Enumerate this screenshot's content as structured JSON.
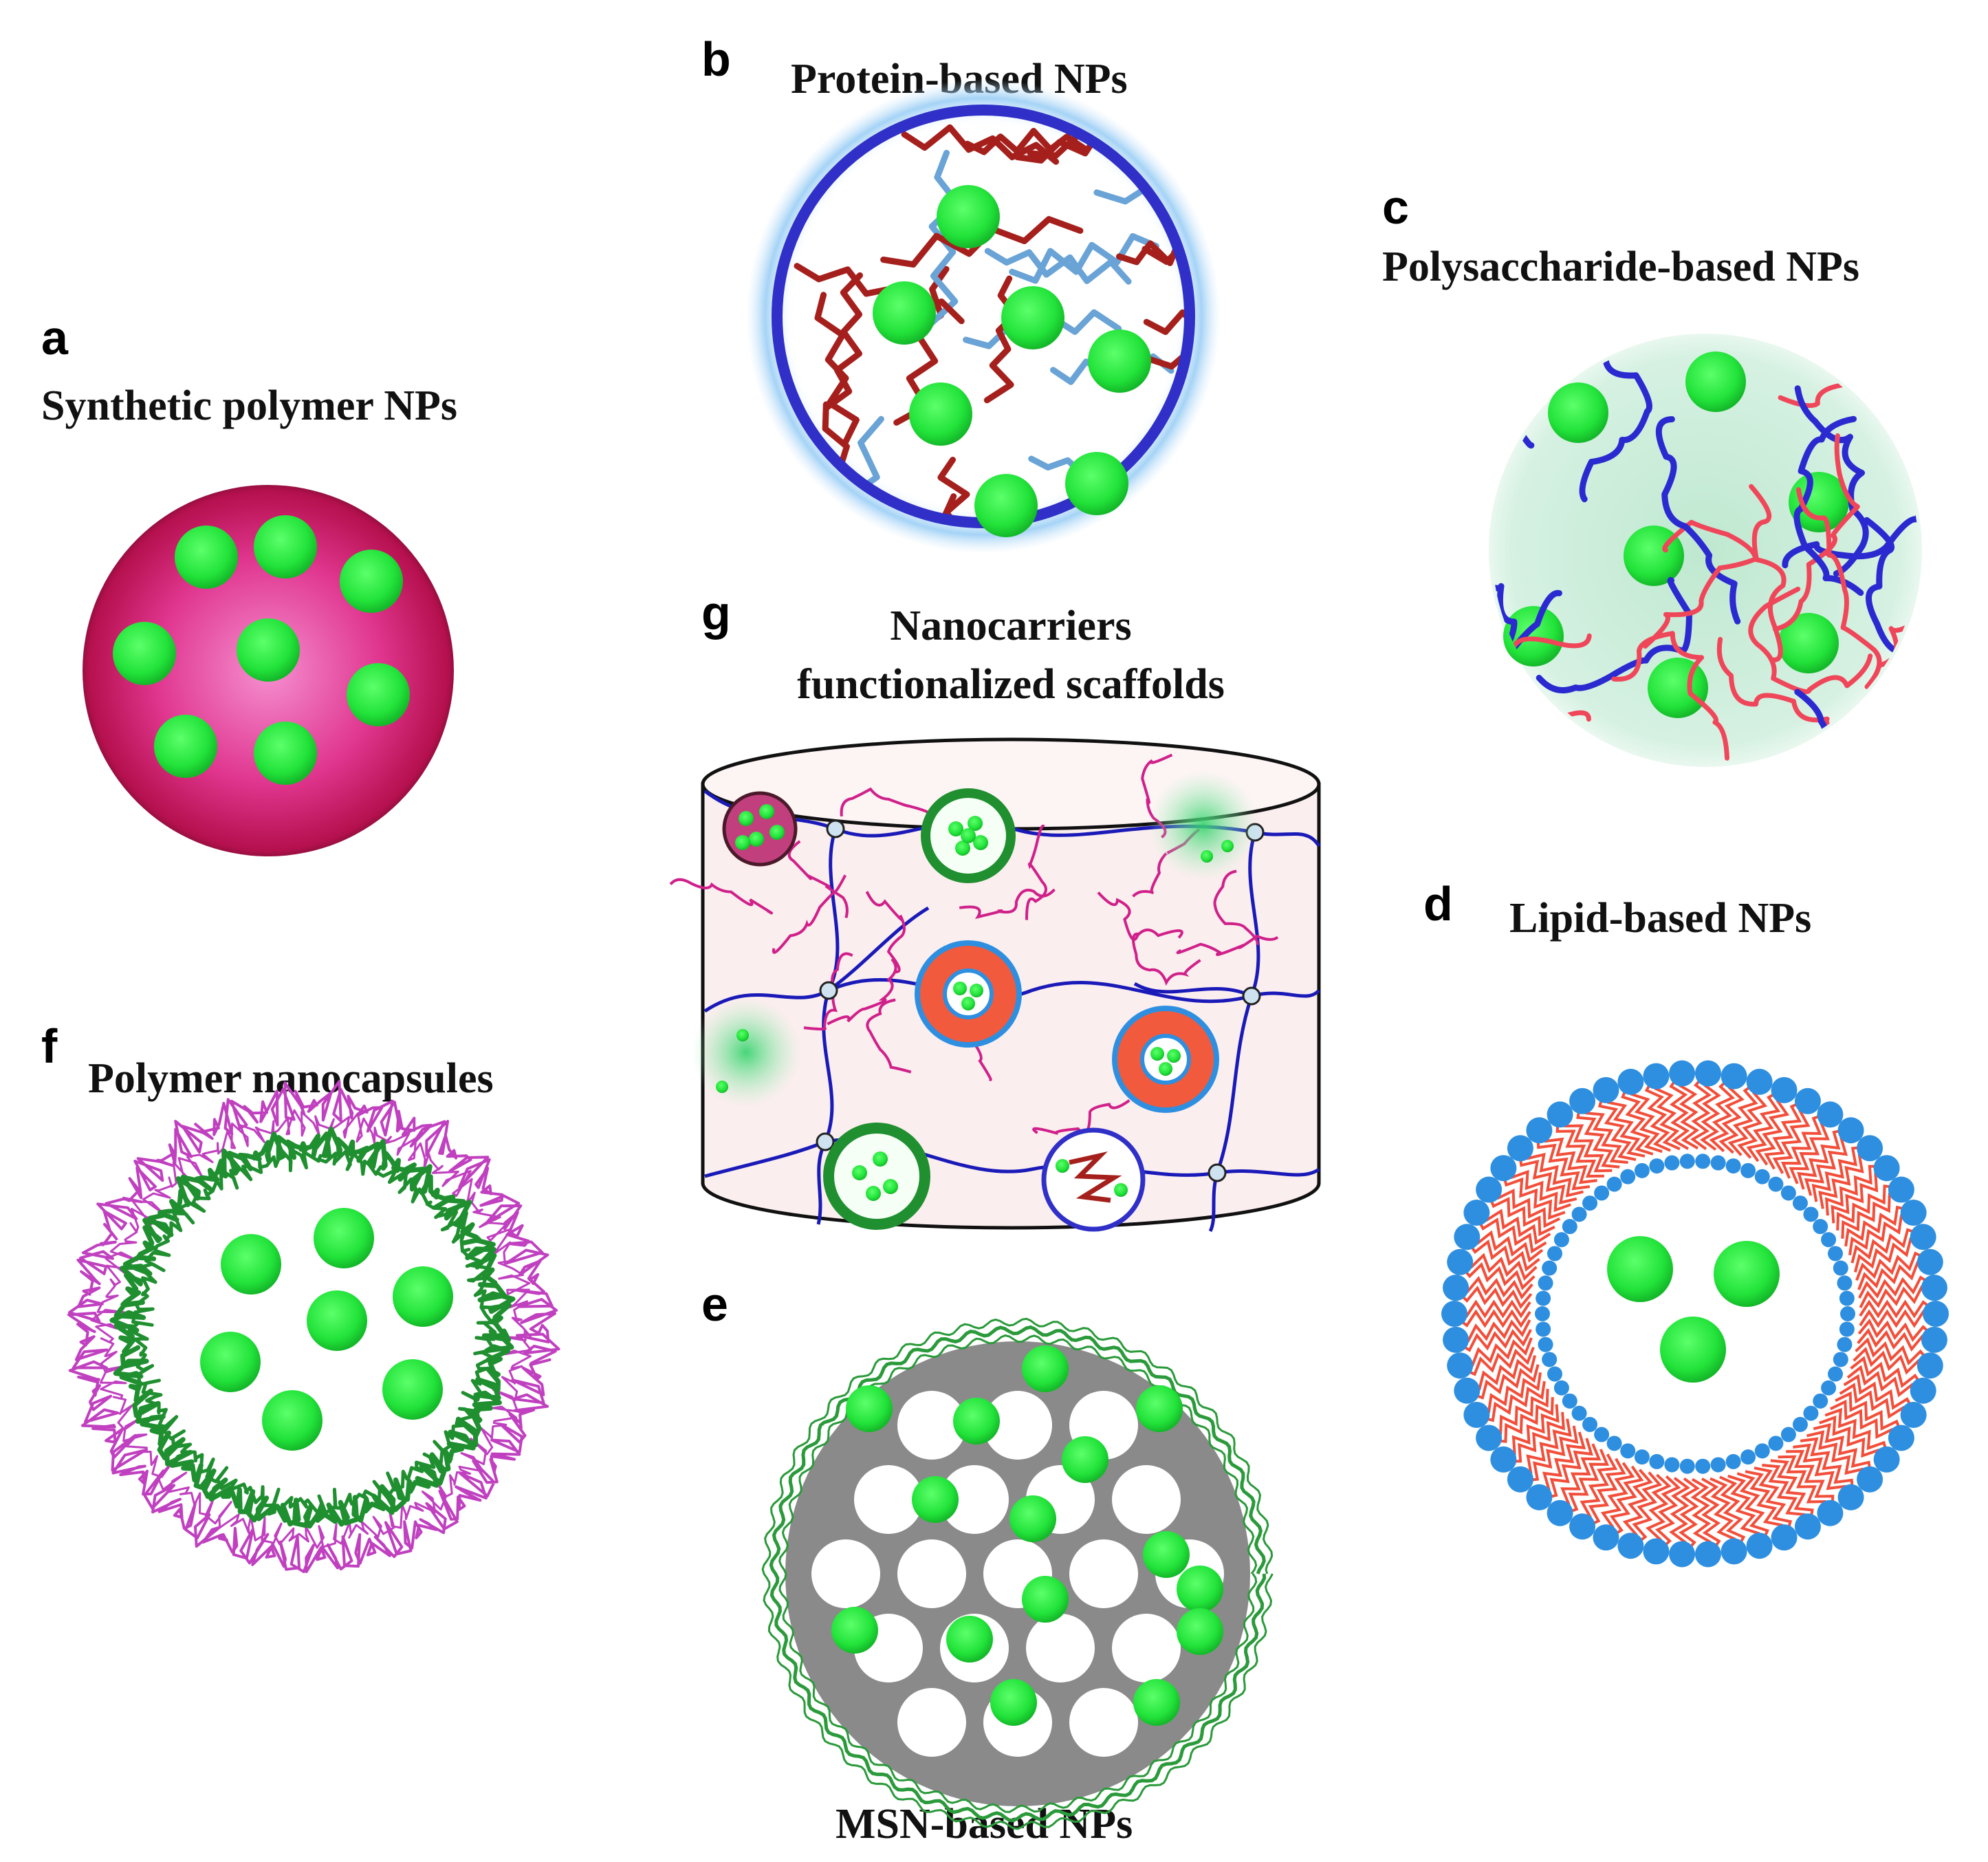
{
  "panels": [
    {
      "id": "a",
      "label": "a",
      "title": "Synthetic polymer NPs",
      "title_lines": [
        "Synthetic polymer NPs"
      ]
    },
    {
      "id": "b",
      "label": "b",
      "title": "Protein-based NPs",
      "title_lines": [
        "Protein-based NPs"
      ]
    },
    {
      "id": "c",
      "label": "c",
      "title": "Polysaccharide-based  NPs",
      "title_lines": [
        "Polysaccharide-based  NPs"
      ]
    },
    {
      "id": "d",
      "label": "d",
      "title": "Lipid-based  NPs",
      "title_lines": [
        "Lipid-based  NPs"
      ]
    },
    {
      "id": "e",
      "label": "e",
      "title": "MSN-based  NPs",
      "title_lines": [
        "MSN-based  NPs"
      ]
    },
    {
      "id": "f",
      "label": "f",
      "title": "Polymer nanocapsules",
      "title_lines": [
        "Polymer nanocapsules"
      ]
    },
    {
      "id": "g",
      "label": "g",
      "title": "Nanocarriers functionalized scaffolds",
      "title_lines": [
        "Nanocarriers",
        "functionalized scaffolds"
      ]
    }
  ],
  "colors": {
    "drug": "#22e33a",
    "synthetic_polymer": "#d81b6e",
    "protein_shell": "#3030c8",
    "protein_chain": "#a5201c",
    "protein_chain_alt": "#6aa3d6",
    "polysaccharide_bg": "#cfeedd",
    "polysaccharide_chain": "#2a2ad0",
    "polysaccharide_chain_alt": "#f0465a",
    "lipid_head": "#2e8fe0",
    "lipid_tail": "#f24e3a",
    "msn_matrix": "#8a8a8a",
    "msn_coat": "#2a9a3a",
    "capsule_outer": "#c040c0",
    "capsule_inner": "#1f8f30",
    "scaffold_fill": "#fbeeee",
    "scaffold_net": "#1a1ab8",
    "scaffold_chain": "#d0208a"
  }
}
